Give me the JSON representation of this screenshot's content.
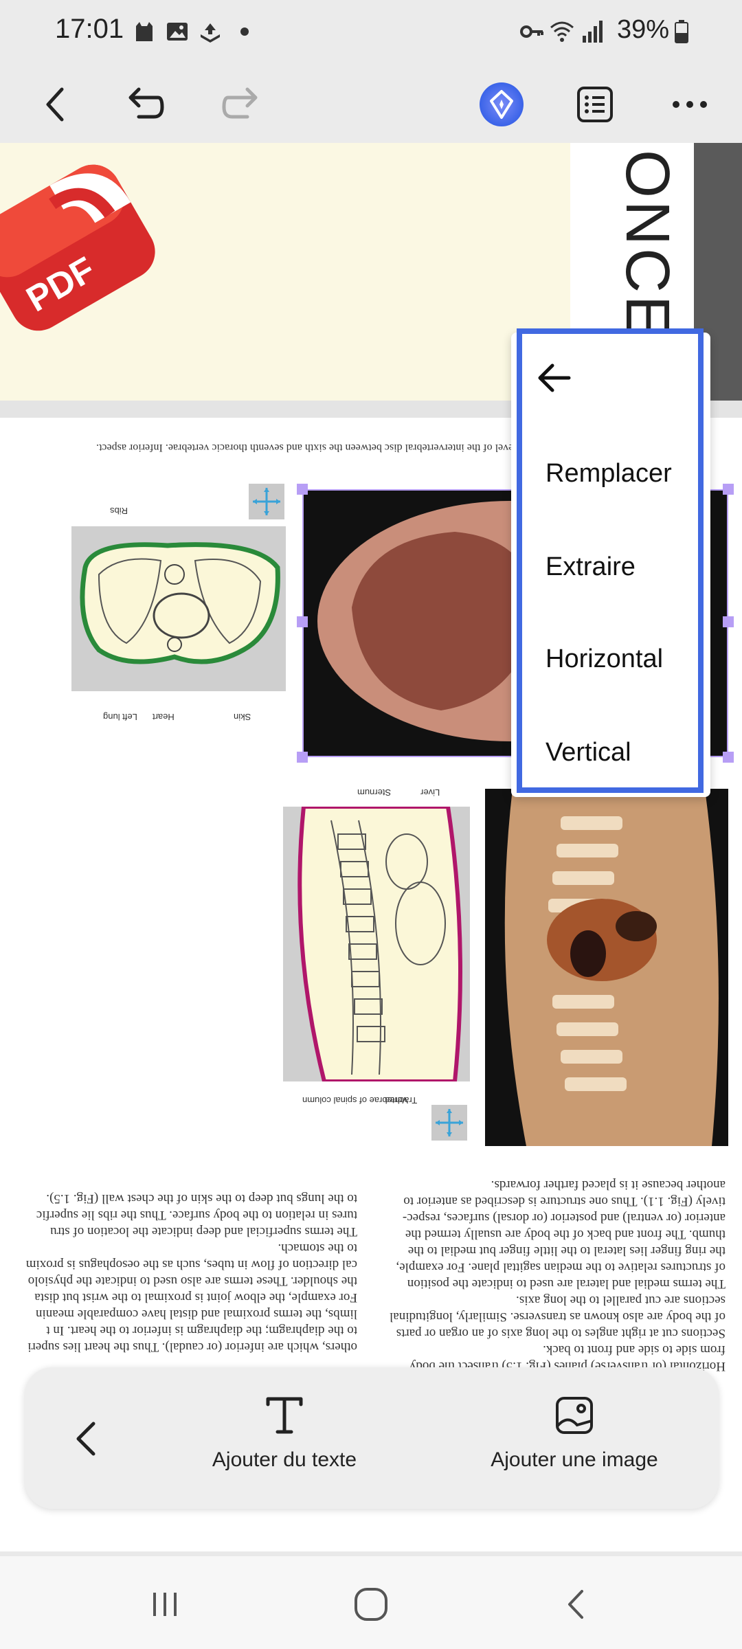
{
  "status_bar": {
    "time": "17:01",
    "battery": "39%"
  },
  "toolbar": {
    "icons": [
      "back-arrow-icon",
      "undo-icon",
      "redo-icon",
      "ai-assistant-icon",
      "list-icon",
      "more-icon"
    ],
    "accent": "#4a79ee"
  },
  "document": {
    "prev_page_title": "ONCEPTS",
    "caption_top": "Fig. (Co... e level of the intervertebral disc between the sixth and seventh thoracic vertebrae. Inferior aspect.",
    "diagram_labels": [
      "Ribs",
      "Left lung",
      "Heart",
      "Skin",
      "Sternum",
      "Liver",
      "Trachea",
      "Vertebrae of spinal column"
    ],
    "col_right": [
      "Horizontal (or transverse) planes (Fig. 1.5) transect the body",
      "from side to side and front to back.",
      "Sections cut at right angles to the long axis of an organ or parts",
      "of the body are also known as transverse. Similarly, longitudinal",
      "sections are cut parallel to the long axis.",
      "The terms medial and lateral are used to indicate the position",
      "of structures relative to the median sagittal plane. For example,",
      "the ring finger lies lateral to the little finger but medial to the",
      "thumb. The front and back of the body are usually termed the",
      "anterior (or ventral) and posterior (or dorsal) surfaces, respec-",
      "tively (Fig. 1.1). Thus one structure is described as anterior to",
      "another because it is placed farther forwards."
    ],
    "col_left": [
      "others, which are inferior (or caudal). Thus the heart lies superi",
      "to the diaphragm; the diaphragm is inferior to the heart. In t",
      "limbs, the terms proximal and distal have comparable meanin",
      "For example, the elbow joint is proximal to the wrist but dista",
      "the shoulder. These terms are also used to indicate the physiolo",
      "cal direction of flow in tubes, such as the oesophagus is proxim",
      "to the stomach.",
      "The terms superficial and deep indicate the location of stru",
      "tures in relation to the body surface. Thus the ribs lie superfic",
      "to the lungs but deep to the skin of the chest wall (Fig. 1.5)."
    ]
  },
  "context_menu": {
    "back_icon": "arrow-left-icon",
    "items": [
      "Remplacer",
      "Extraire",
      "Horizontal",
      "Vertical"
    ],
    "border_color": "#4169e1"
  },
  "edit_panel": {
    "add_text_label": "Ajouter du texte",
    "add_image_label": "Ajouter une image"
  },
  "nav_bar": {
    "icons": [
      "recent-apps-icon",
      "home-icon",
      "back-icon"
    ]
  }
}
